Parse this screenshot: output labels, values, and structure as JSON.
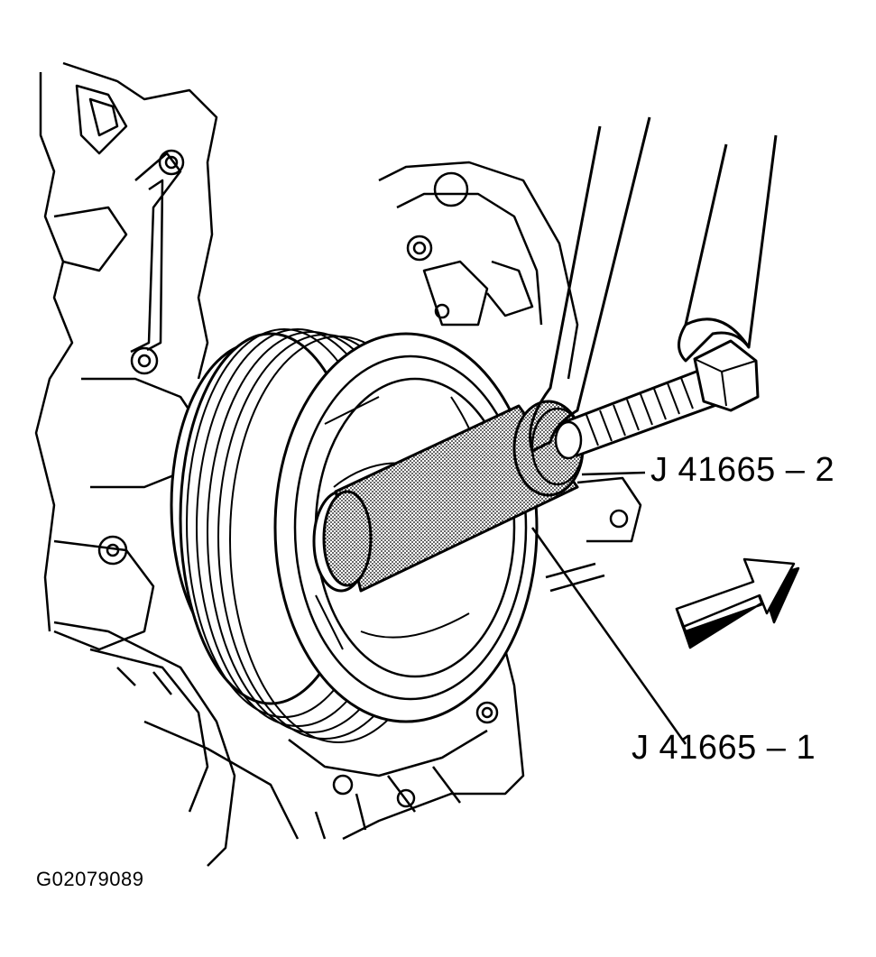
{
  "labels": {
    "tool_part_2": "J 41665 – 2",
    "tool_part_1": "J 41665 – 1"
  },
  "figure_id": "G02079089",
  "icons": [
    "direction-arrow-icon"
  ]
}
